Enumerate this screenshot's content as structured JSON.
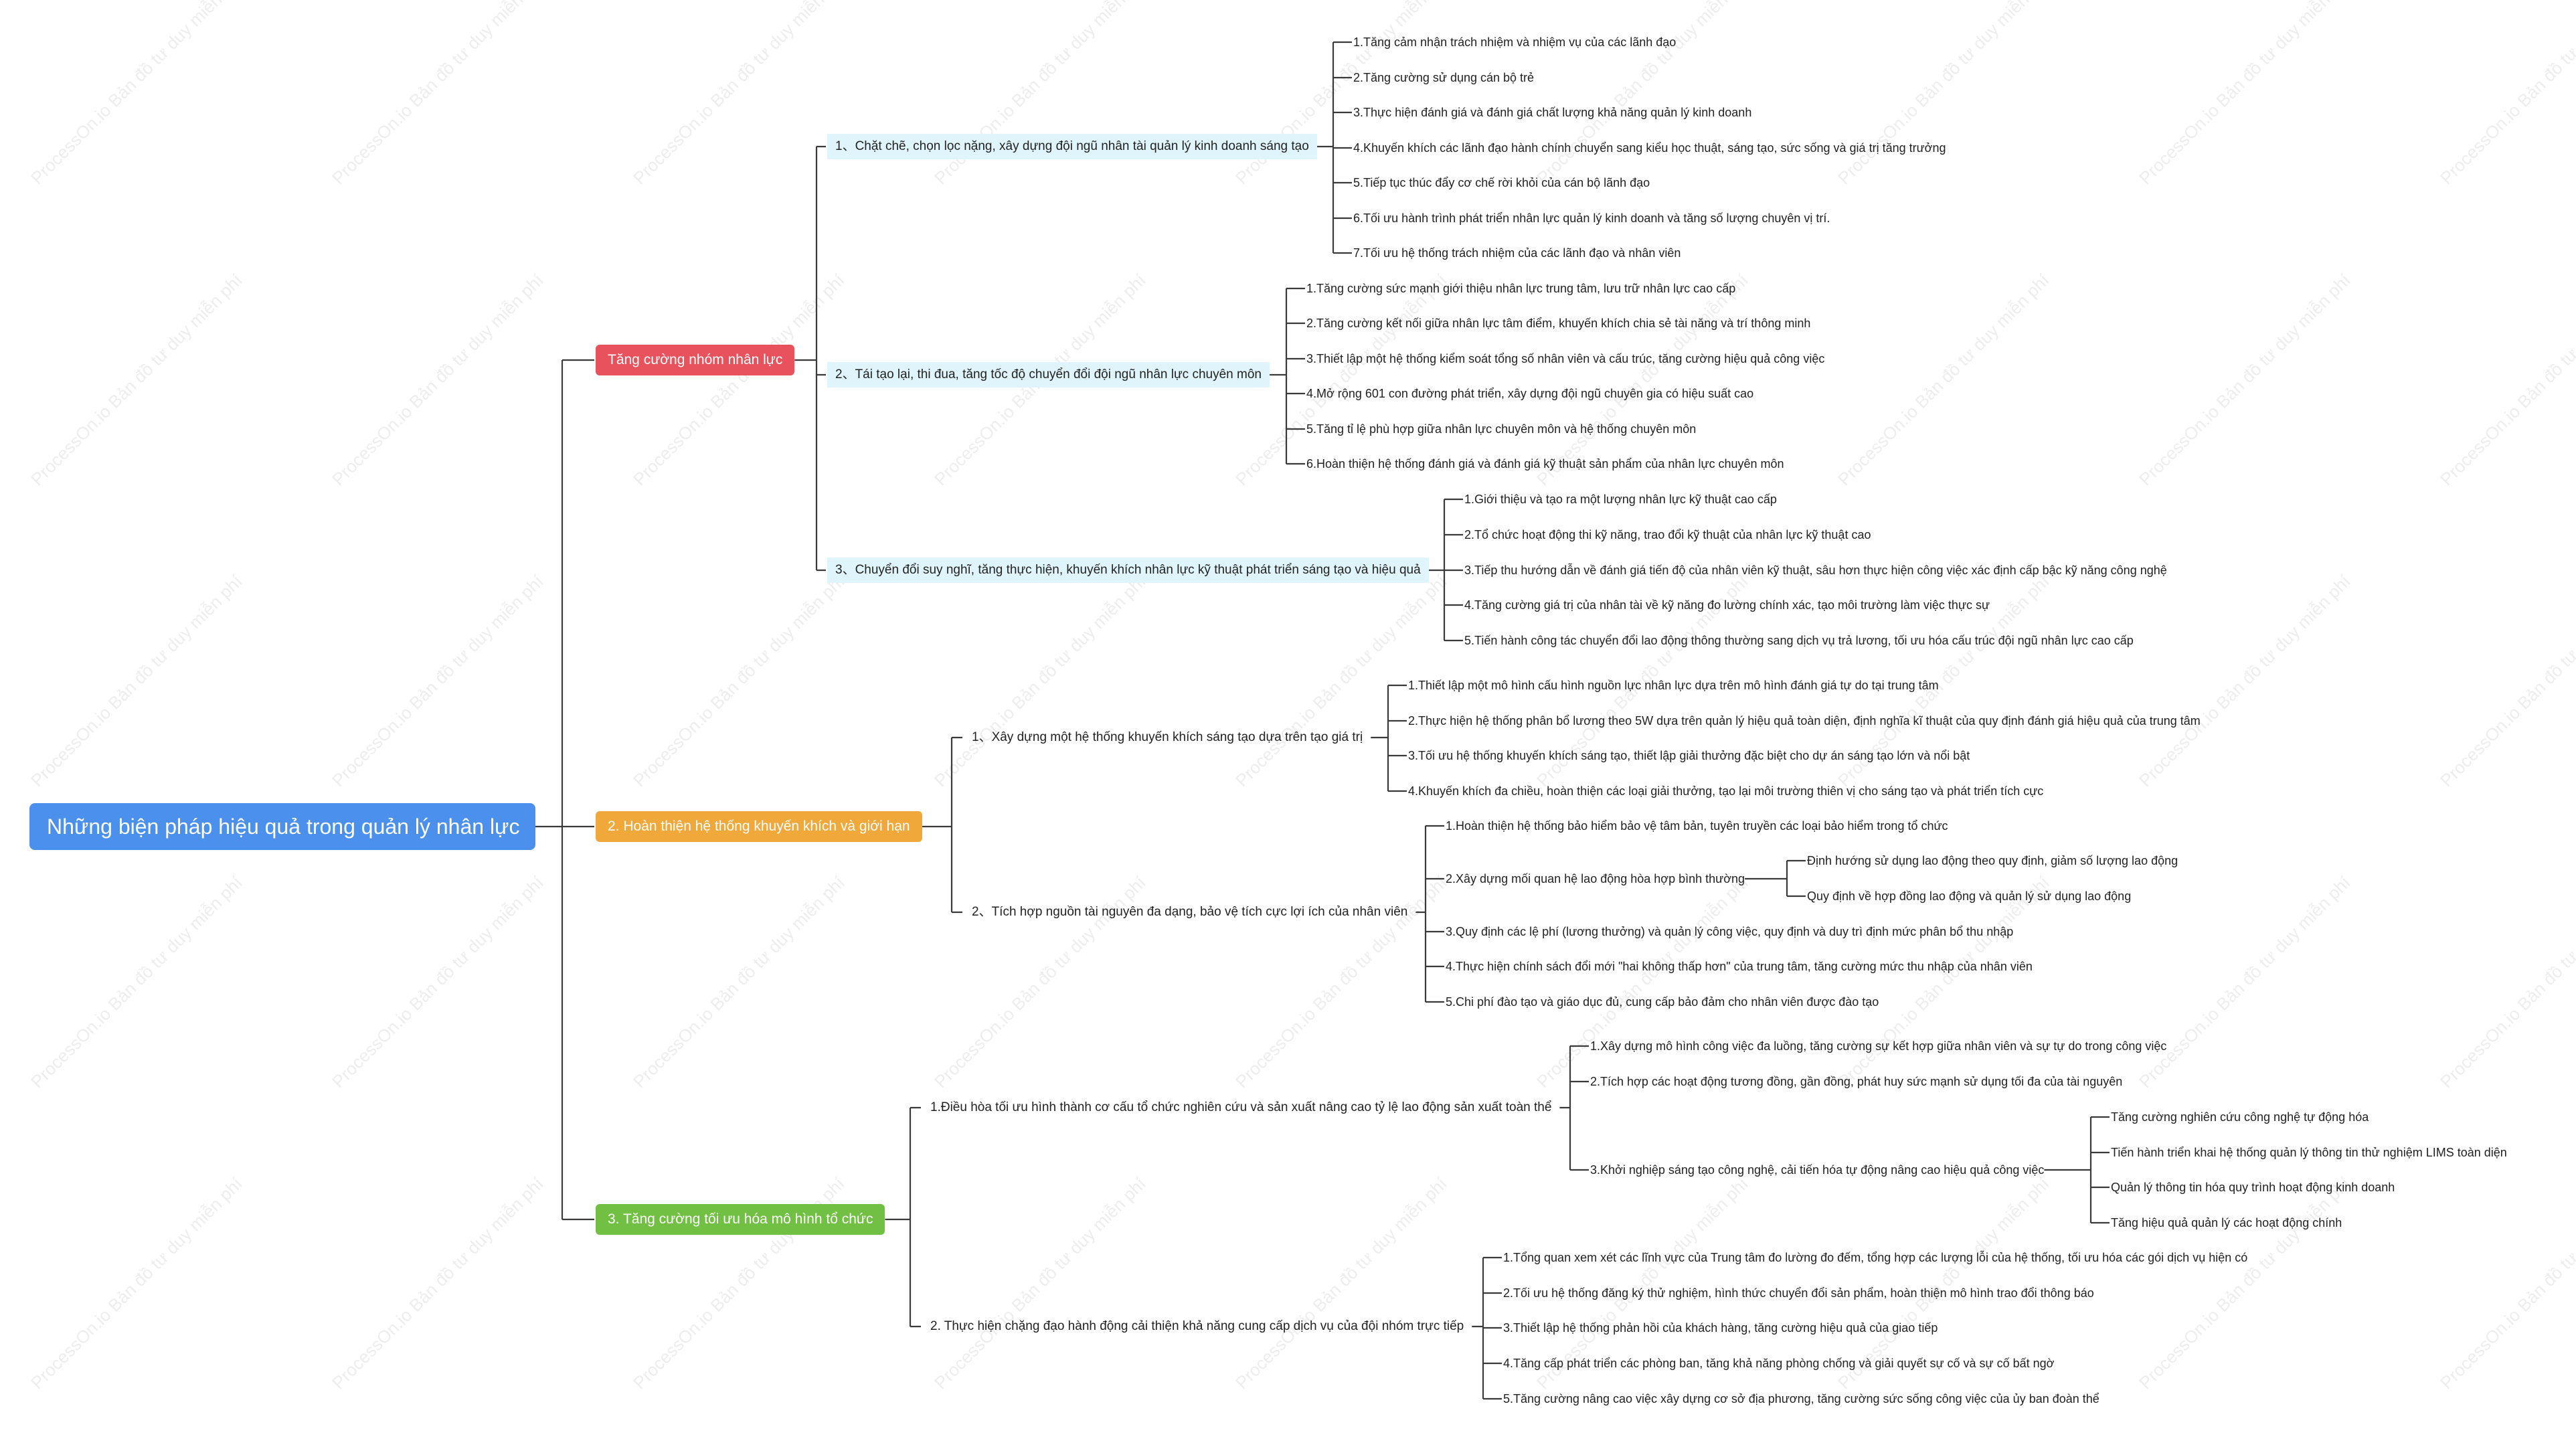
{
  "colors": {
    "root": "#4a90ec",
    "branch_1": "#e7525d",
    "branch_2": "#f0a83a",
    "branch_3": "#71c043",
    "connector": "#3a3a3a",
    "sub_highlight": "#e0f5fb"
  },
  "watermark": "ProcessOn.io Bản đồ tư duy miễn phí",
  "root": {
    "label": "Những biện pháp hiệu quả trong quản lý nhân lực"
  },
  "branches": [
    {
      "label": "Tăng cường nhóm nhân lực",
      "children": [
        {
          "label": "1、Chặt chẽ, chọn lọc nặng, xây dựng đội ngũ nhân tài quản lý kinh doanh sáng tạo",
          "children": [
            {
              "label": "1.Tăng cảm nhận trách nhiệm và nhiệm vụ của các lãnh đạo"
            },
            {
              "label": "2.Tăng cường sử dụng cán bộ trẻ"
            },
            {
              "label": "3.Thực hiện đánh giá và đánh giá chất lượng khả năng quản lý kinh doanh"
            },
            {
              "label": "4.Khuyến khích các lãnh đạo hành chính chuyển sang kiểu học thuật, sáng tạo, sức sống và giá trị tăng trưởng"
            },
            {
              "label": "5.Tiếp tục thúc đẩy cơ chế rời khỏi của cán bộ lãnh đạo"
            },
            {
              "label": "6.Tối ưu hành trình phát triển nhân lực quản lý kinh doanh và tăng số lượng chuyên vị trí."
            },
            {
              "label": "7.Tối ưu hệ thống trách nhiệm của các lãnh đạo và nhân viên"
            }
          ]
        },
        {
          "label": "2、Tái tạo lại, thi đua, tăng tốc độ chuyển đổi đội ngũ nhân lực chuyên môn",
          "children": [
            {
              "label": "1.Tăng cường sức mạnh giới thiệu nhân lực trung tâm, lưu trữ nhân lực cao cấp"
            },
            {
              "label": "2.Tăng cường kết nối giữa nhân lực tâm điểm, khuyến khích chia sẻ tài năng và trí thông minh"
            },
            {
              "label": "3.Thiết lập một hệ thống kiểm soát tổng số nhân viên và cấu trúc, tăng cường hiệu quả công việc"
            },
            {
              "label": "4.Mở rộng 601 con đường phát triển, xây dựng đội ngũ chuyên gia có hiệu suất cao"
            },
            {
              "label": "5.Tăng tỉ lệ phù hợp giữa nhân lực chuyên môn và hệ thống chuyên môn"
            },
            {
              "label": "6.Hoàn thiện hệ thống đánh giá và đánh giá kỹ thuật sản phẩm của nhân lực chuyên môn"
            }
          ]
        },
        {
          "label": "3、Chuyển đổi suy nghĩ, tăng thực hiện, khuyến khích nhân lực kỹ thuật phát triển sáng tạo và hiệu quả",
          "children": [
            {
              "label": "1.Giới thiệu và tạo ra một lượng nhân lực kỹ thuật cao cấp"
            },
            {
              "label": "2.Tổ chức hoạt động thi kỹ năng, trao đổi kỹ thuật của nhân lực kỹ thuật cao"
            },
            {
              "label": "3.Tiếp thu hướng dẫn về đánh giá tiến độ của nhân viên kỹ thuật, sâu hơn thực hiện công việc xác định cấp bậc kỹ năng công nghệ"
            },
            {
              "label": "4.Tăng cường giá trị của nhân tài về kỹ năng đo lường chính xác, tạo môi trường làm việc thực sự"
            },
            {
              "label": "5.Tiến hành công tác chuyển đổi lao động thông thường sang dịch vụ trả lương, tối ưu hóa cấu trúc đội ngũ nhân lực cao cấp"
            }
          ]
        }
      ]
    },
    {
      "label": "2. Hoàn thiện hệ thống khuyến khích và giới hạn",
      "children": [
        {
          "label": "1、Xây dựng một hệ thống khuyến khích sáng tạo dựa trên tạo giá trị",
          "children": [
            {
              "label": "1.Thiết lập một mô hình cấu hình nguồn lực nhân lực dựa trên mô hình đánh giá tự do tại trung tâm"
            },
            {
              "label": "2.Thực hiện hệ thống phân bổ lương theo 5W dựa trên quản lý hiệu quả toàn diện, định nghĩa kĩ thuật của quy định đánh giá hiệu quả của trung tâm"
            },
            {
              "label": "3.Tối ưu hệ thống khuyến khích sáng tạo, thiết lập giải thưởng đặc biệt cho dự án sáng tạo lớn và nổi bật"
            },
            {
              "label": "4.Khuyến khích đa chiều, hoàn thiện các loại giải thưởng, tạo lại môi trường thiên vị cho sáng tạo và phát triển tích cực"
            }
          ]
        },
        {
          "label": "2、Tích hợp nguồn tài nguyên đa dạng, bảo vệ tích cực lợi ích của nhân viên",
          "children": [
            {
              "label": "1.Hoàn thiện hệ thống bảo hiểm bảo vệ tâm bản, tuyên truyền các loại bảo hiểm trong tổ chức"
            },
            {
              "label": "2.Xây dựng mối quan hệ lao động hòa hợp bình thường",
              "children": [
                {
                  "label": "Định hướng sử dụng lao động theo quy định, giảm số lượng lao động"
                },
                {
                  "label": "Quy định về hợp đồng lao động và quản lý sử dụng lao động"
                }
              ]
            },
            {
              "label": "3.Quy định các lệ phí (lương thưởng) và quản lý công việc, quy định và duy trì định mức phân bổ thu nhập"
            },
            {
              "label": "4.Thực hiện chính sách đổi mới \"hai không thấp hơn\" của trung tâm, tăng cường mức thu nhập của nhân viên"
            },
            {
              "label": "5.Chi phí đào tạo và giáo dục đủ, cung cấp bảo đảm cho nhân viên được đào tạo"
            }
          ]
        }
      ]
    },
    {
      "label": "3. Tăng cường tối ưu hóa mô hình tổ chức",
      "children": [
        {
          "label": "1.Điều hòa tối ưu hình thành cơ cấu tổ chức nghiên cứu và sản xuất nâng cao tỷ lệ lao động sản xuất toàn thể",
          "children": [
            {
              "label": "1.Xây dựng mô hình công việc đa luồng, tăng cường sự kết hợp giữa nhân viên và sự tự do trong công việc"
            },
            {
              "label": "2.Tích hợp các hoạt động tương đồng, gần đồng, phát huy sức mạnh sử dụng tối đa của tài nguyên"
            },
            {
              "label": "3.Khởi nghiệp sáng tạo công nghệ, cải tiến hóa tự động nâng cao hiệu quả công việc",
              "children": [
                {
                  "label": "Tăng cường nghiên cứu công nghệ tự động hóa"
                },
                {
                  "label": "Tiến hành triển khai hệ thống quản lý thông tin thử nghiệm LIMS toàn diện"
                },
                {
                  "label": "Quản lý thông tin hóa quy trình hoạt động kinh doanh"
                },
                {
                  "label": "Tăng hiệu quả quản lý các hoạt động chính"
                }
              ]
            }
          ]
        },
        {
          "label": "2. Thực hiện chặng đạo hành động cải thiện khả năng cung cấp dịch vụ của đội nhóm trực tiếp",
          "children": [
            {
              "label": "1.Tổng quan xem xét các lĩnh vực của Trung tâm đo lường đo đếm, tổng hợp các lượng lỗi của hệ thống, tối ưu hóa các gói dịch vụ hiện có"
            },
            {
              "label": "2.Tối ưu hệ thống đăng ký thử nghiệm, hình thức chuyển đổi sản phẩm, hoàn thiện mô hình trao đổi thông báo"
            },
            {
              "label": "3.Thiết lập hệ thống phản hồi của khách hàng, tăng cường hiệu quả của giao tiếp"
            },
            {
              "label": "4.Tăng cấp phát triển các phòng ban, tăng khả năng phòng chống và giải quyết sự cố và sự cố bất ngờ"
            },
            {
              "label": "5.Tăng cường nâng cao việc xây dựng cơ sở địa phương, tăng cường sức sống công việc của ủy ban đoàn thể"
            }
          ]
        }
      ]
    }
  ]
}
